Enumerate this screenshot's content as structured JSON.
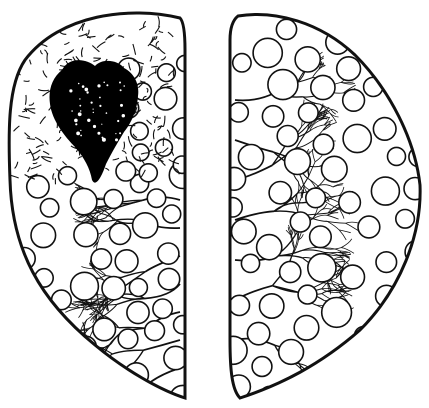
{
  "figure": {
    "panels": [
      {
        "id": "left",
        "marking": "dark-lesion"
      },
      {
        "id": "right",
        "marking": "none"
      }
    ],
    "colors": {
      "ink": "#111111",
      "paper": "#ffffff",
      "lesion": "#000000"
    }
  }
}
